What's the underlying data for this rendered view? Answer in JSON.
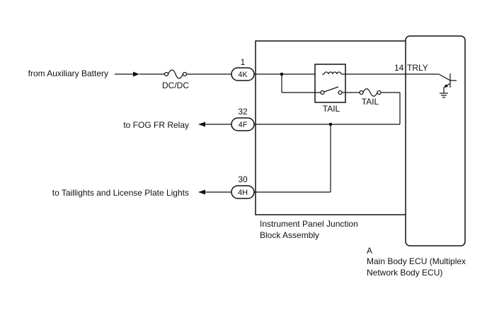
{
  "inputs": {
    "battery": "from Auxiliary Battery"
  },
  "outputs": {
    "fog_relay": "to FOG FR Relay",
    "taillights": "to Taillights and License Plate Lights"
  },
  "fuses": {
    "dcdc": "DC/DC",
    "tail": "TAIL"
  },
  "relay": {
    "label": "TAIL"
  },
  "pins": {
    "p1": {
      "number": "1",
      "connector": "4K"
    },
    "p32": {
      "number": "32",
      "connector": "4F"
    },
    "p30": {
      "number": "30",
      "connector": "4H"
    }
  },
  "ecu_pin": {
    "number": "14",
    "name": "TRLY"
  },
  "junction_block": {
    "line1": "Instrument Panel Junction",
    "line2": "Block Assembly"
  },
  "ecu": {
    "code": "A",
    "line1": "Main Body ECU (Multiplex",
    "line2": "Network Body ECU)"
  }
}
